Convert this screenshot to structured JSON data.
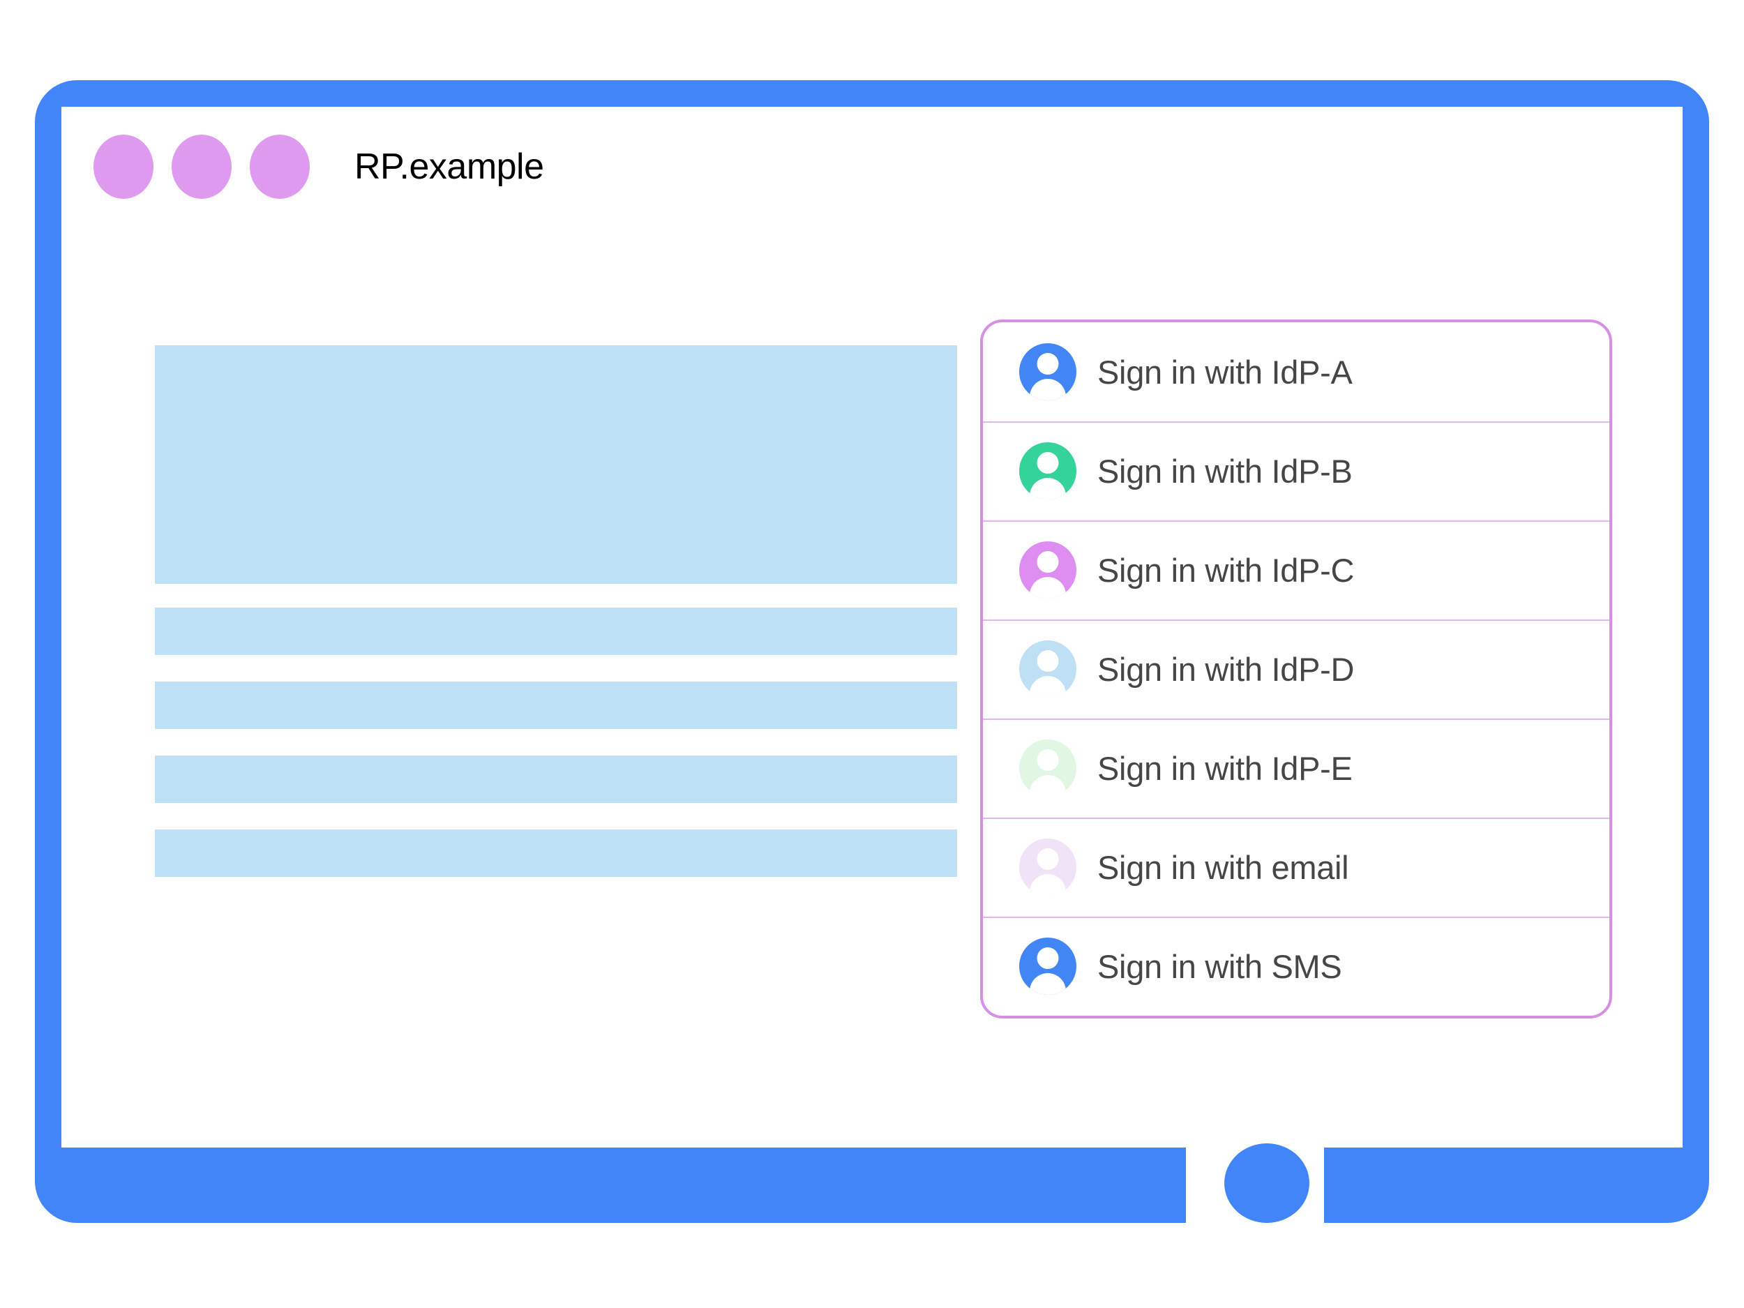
{
  "browser": {
    "site_title": "RP.example",
    "dot_color": "#dd9aee",
    "dots": [
      "window-dot-1",
      "window-dot-2",
      "window-dot-3"
    ]
  },
  "device": {
    "bezel_color": "#4285f8",
    "home_button": "home-button"
  },
  "page_content": {
    "placeholder_blocks": [
      {
        "name": "hero-placeholder",
        "kind": "hero"
      },
      {
        "name": "text-placeholder-1",
        "kind": "bar"
      },
      {
        "name": "text-placeholder-2",
        "kind": "bar"
      },
      {
        "name": "text-placeholder-3",
        "kind": "bar"
      },
      {
        "name": "text-placeholder-4",
        "kind": "bar"
      }
    ],
    "placeholder_color": "#bfe1f7"
  },
  "account_chooser": {
    "border_color": "#d78fe6",
    "divider_color": "#e5b3f0",
    "label_color": "#444746",
    "items": [
      {
        "label": "Sign in with IdP-A",
        "avatar_color": "#4285f4",
        "icon": "person-avatar-icon"
      },
      {
        "label": "Sign in with IdP-B",
        "avatar_color": "#34d399",
        "icon": "person-avatar-icon"
      },
      {
        "label": "Sign in with IdP-C",
        "avatar_color": "#dd8ef0",
        "icon": "person-avatar-icon"
      },
      {
        "label": "Sign in with IdP-D",
        "avatar_color": "#bfdff5",
        "icon": "person-avatar-icon"
      },
      {
        "label": "Sign in with IdP-E",
        "avatar_color": "#e2f6e4",
        "icon": "person-avatar-icon"
      },
      {
        "label": "Sign in with email",
        "avatar_color": "#f0e2f7",
        "icon": "person-avatar-icon"
      },
      {
        "label": "Sign in with SMS",
        "avatar_color": "#4285f4",
        "icon": "person-avatar-icon"
      }
    ]
  }
}
